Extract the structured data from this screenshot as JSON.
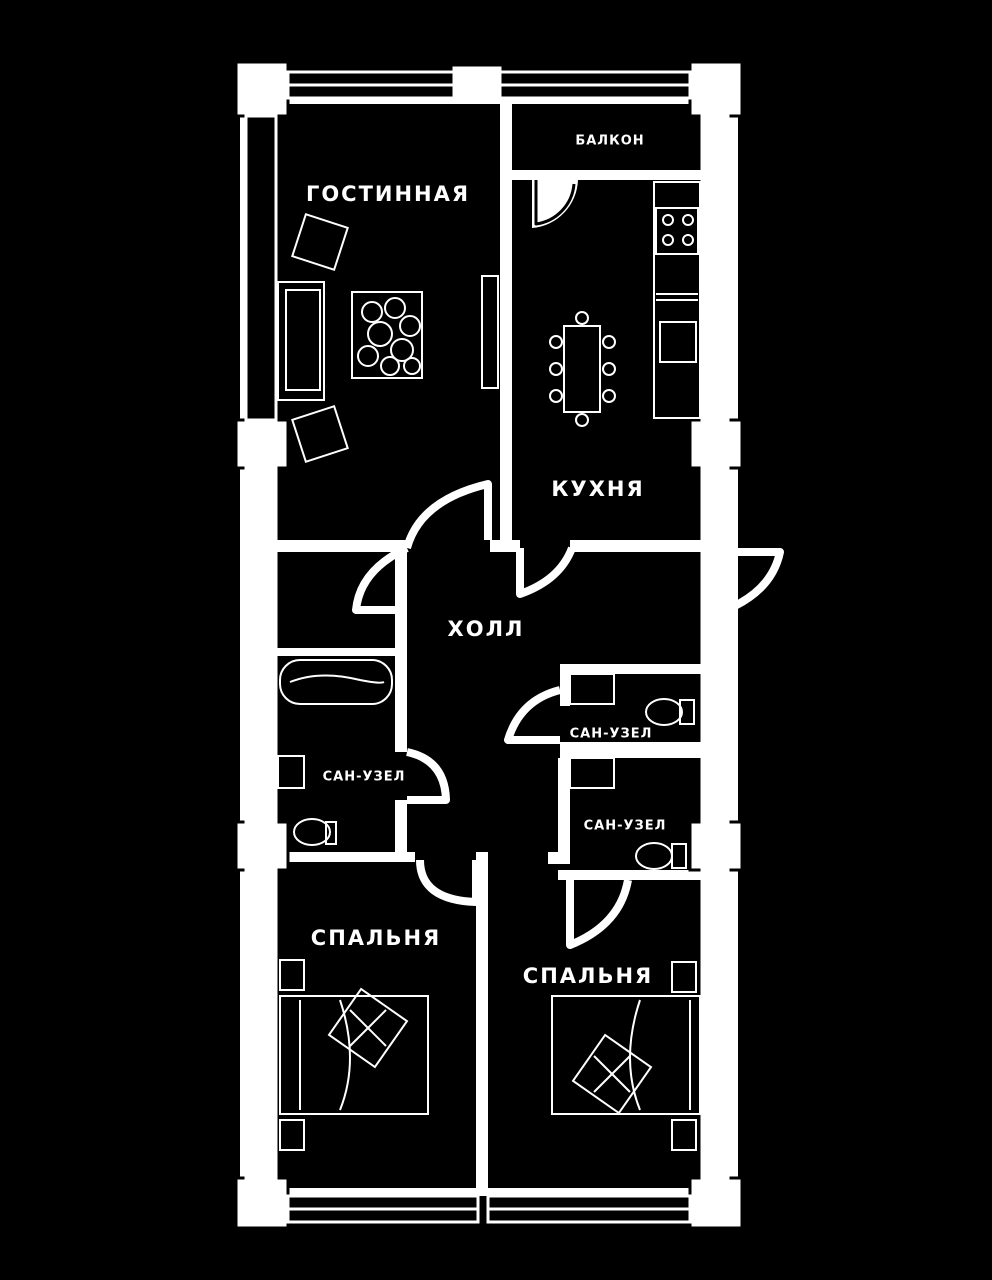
{
  "colors": {
    "background": "#000000",
    "walls": "#ffffff"
  },
  "rooms": {
    "living": "ГОСТИННАЯ",
    "balcony": "БАЛКОН",
    "kitchen": "КУХНЯ",
    "hall": "ХОЛЛ",
    "bath_left": "САН-УЗЕЛ",
    "bath_right_top": "САН-УЗЕЛ",
    "bath_right_bottom": "САН-УЗЕЛ",
    "bedroom_left": "СПАЛЬНЯ",
    "bedroom_right": "СПАЛЬНЯ"
  }
}
